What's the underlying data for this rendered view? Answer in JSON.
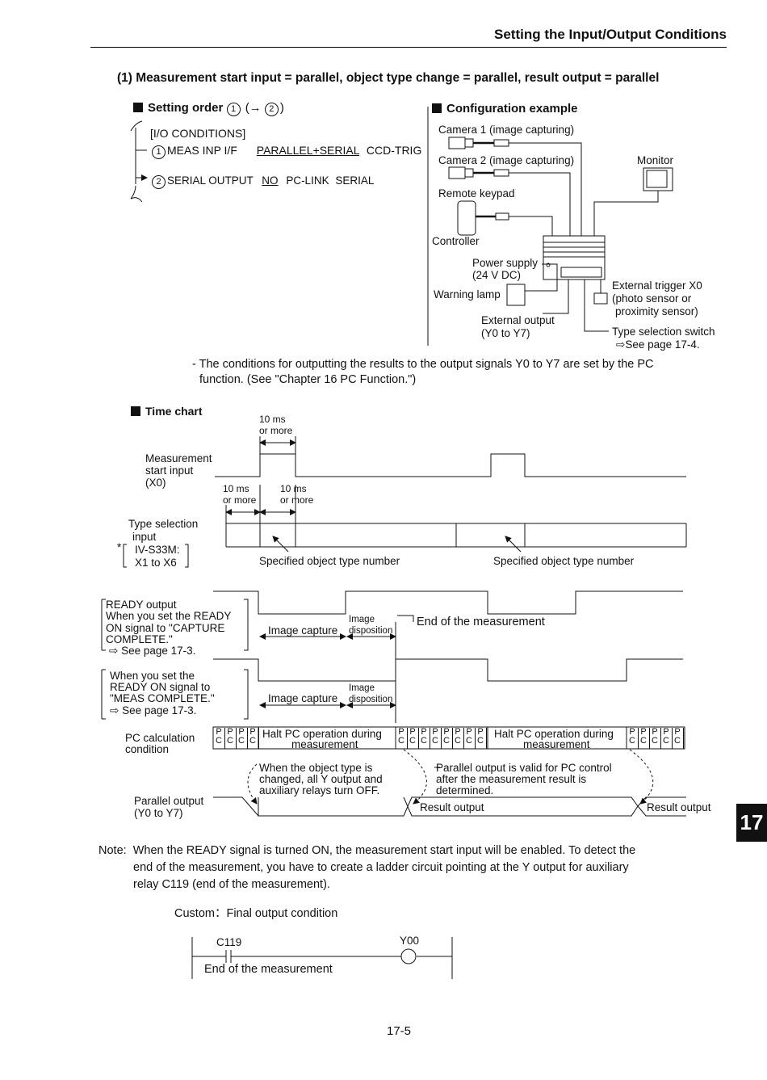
{
  "header": {
    "section_title": "Setting the Input/Output Conditions"
  },
  "page_title": "(1) Measurement start input = parallel, object type change = parallel, result output = parallel",
  "setting_order": {
    "heading": "Setting order",
    "step_from": "1",
    "arrow": "(→",
    "step_to": "2",
    "close": ")",
    "menu_label": "[I/O CONDITIONS]",
    "row1_num": "1",
    "row1_label": "MEAS INP I/F",
    "row1_selected": "PARALLEL+SERIAL",
    "row1_option": "CCD-TRIG",
    "row2_num": "2",
    "row2_label": "SERIAL OUTPUT",
    "row2_selected": "NO",
    "row2_option1": "PC-LINK",
    "row2_option2": "SERIAL"
  },
  "config_example": {
    "heading": "Configuration example",
    "camera1": "Camera 1 (image capturing)",
    "camera2": "Camera 2 (image capturing)",
    "monitor": "Monitor",
    "remote_keypad": "Remote keypad",
    "controller": "Controller",
    "power_supply_1": "Power supply",
    "power_supply_2": "(24 V DC)",
    "warning_lamp": "Warning lamp",
    "ext_trigger_1": "External trigger X0",
    "ext_trigger_2": "(photo sensor or",
    "ext_trigger_3": "proximity sensor)",
    "ext_output_1": "External output",
    "ext_output_2": "(Y0 to Y7)",
    "type_switch": "Type selection switch",
    "type_switch_ref": "See page 17-4."
  },
  "conditions_note_1": "- The conditions for outputting the results to the output signals Y0 to Y7 are set by the PC",
  "conditions_note_2": "function. (See \"Chapter 16 PC Function.\")",
  "time_chart": {
    "heading": "Time chart",
    "ms10_top_1": "10 ms",
    "ms10_top_2": "or more",
    "meas_start_1": "Measurement",
    "meas_start_2": "start input",
    "meas_start_3": "(X0)",
    "ms10_a_1": "10 ms",
    "ms10_a_2": "or more",
    "ms10_b_1": "10 ms",
    "ms10_b_2": "or more",
    "type_sel_1": "Type selection",
    "type_sel_2": "input",
    "asterisk": "*",
    "iv_1": "IV-S33M:",
    "iv_2": "X1 to X6",
    "spec_type_1": "Specified object type number",
    "spec_type_2": "Specified object type number",
    "ready_1": "READY output",
    "ready_2": "When you set the READY",
    "ready_3": "ON signal to \"CAPTURE",
    "ready_4": "COMPLETE.\"",
    "ready_5": "See page 17-3.",
    "image_capture_1": "Image capture",
    "image_disp_1a": "Image",
    "image_disp_1b": "disposition",
    "end_meas": "End of the measurement",
    "meas_complete_1": "When you set the",
    "meas_complete_2": "READY ON signal to",
    "meas_complete_3": "\"MEAS COMPLETE.\"",
    "meas_complete_4": "See page 17-3.",
    "image_capture_2": "Image capture",
    "image_disp_2a": "Image",
    "image_disp_2b": "disposition",
    "pc_calc_1": "PC calculation",
    "pc_calc_2": "condition",
    "pc_cell_top": "P",
    "pc_cell_bottom": "C",
    "halt_1a": "Halt PC operation during",
    "halt_1b": "measurement",
    "halt_2a": "Halt PC operation during",
    "halt_2b": "measurement",
    "obj_change_1": "When the object type is",
    "obj_change_2": "changed, all Y output and",
    "obj_change_3": "auxiliary relays turn OFF.",
    "parallel_valid_1": "Parallel output is valid for PC control",
    "parallel_valid_2": "after the measurement result is",
    "parallel_valid_3": "determined.",
    "par_out_1": "Parallel output",
    "par_out_2": "(Y0 to Y7)",
    "result_output_1": "Result output",
    "result_output_2": "Result output"
  },
  "note": {
    "label": "Note:",
    "line1": "When the READY signal is turned ON, the measurement start input will be enabled. To detect the",
    "line2": "end of the measurement, you have to create a ladder circuit pointing at the Y output for auxiliary",
    "line3": "relay C119 (end of the measurement)."
  },
  "ladder": {
    "caption": "Custom：Final output condition",
    "contact": "C119",
    "coil": "Y00",
    "contact_desc": "End of the measurement"
  },
  "chapter_tab": "17",
  "page_number": "17-5"
}
